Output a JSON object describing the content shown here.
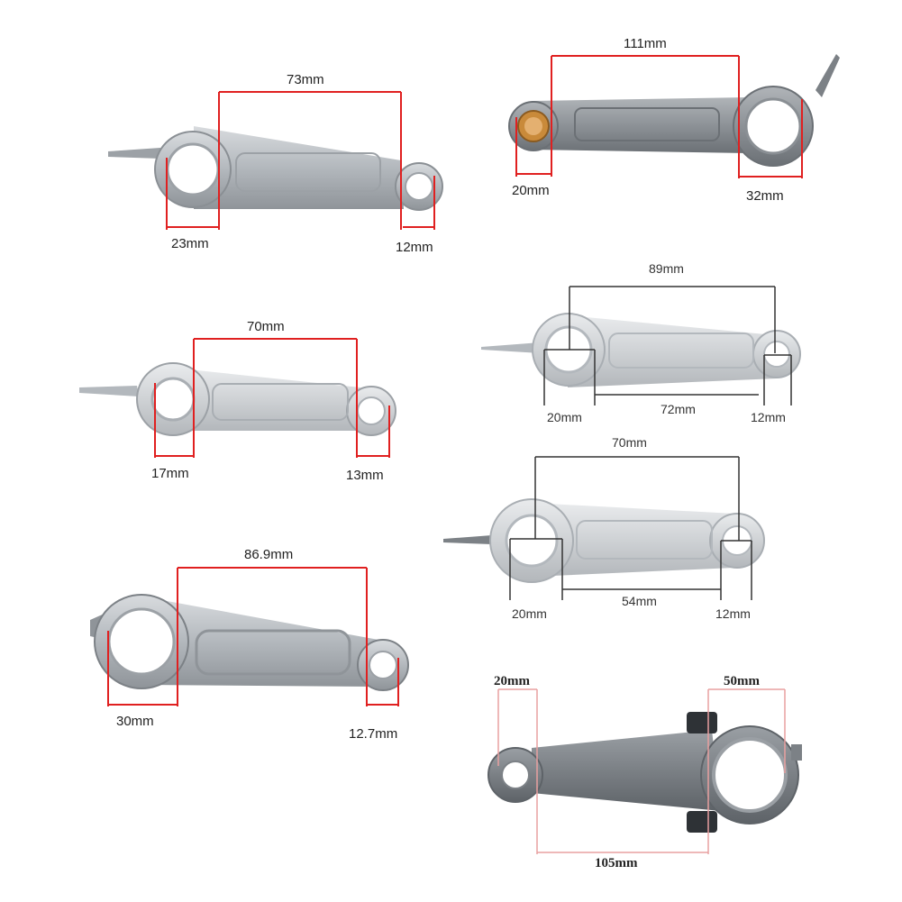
{
  "colors": {
    "dimension_line_red": "#e02020",
    "dimension_line_dark": "#333333",
    "dimension_line_pink": "#e8a0a0",
    "metal_light": "#c9cdd1",
    "metal_mid": "#a9aeb3",
    "metal_dark": "#7c8186",
    "bushing": "#c98a3a"
  },
  "parts": [
    {
      "id": "rod-1",
      "labels": {
        "length": "73mm",
        "big_end": "23mm",
        "small_end": "12mm"
      }
    },
    {
      "id": "rod-2",
      "labels": {
        "length": "111mm",
        "small_end": "20mm",
        "big_end": "32mm"
      }
    },
    {
      "id": "rod-3",
      "labels": {
        "length": "70mm",
        "big_end": "17mm",
        "small_end": "13mm"
      }
    },
    {
      "id": "rod-4",
      "labels": {
        "length": "89mm",
        "inner_length": "72mm",
        "big_end": "20mm",
        "small_end": "12mm"
      }
    },
    {
      "id": "rod-5",
      "labels": {
        "length": "70mm",
        "inner_length": "54mm",
        "big_end": "20mm",
        "small_end": "12mm"
      }
    },
    {
      "id": "rod-6",
      "labels": {
        "length": "86.9mm",
        "big_end": "30mm",
        "small_end": "12.7mm"
      }
    },
    {
      "id": "rod-7",
      "labels": {
        "small_end": "20mm",
        "big_end": "50mm",
        "length": "105mm"
      }
    }
  ]
}
